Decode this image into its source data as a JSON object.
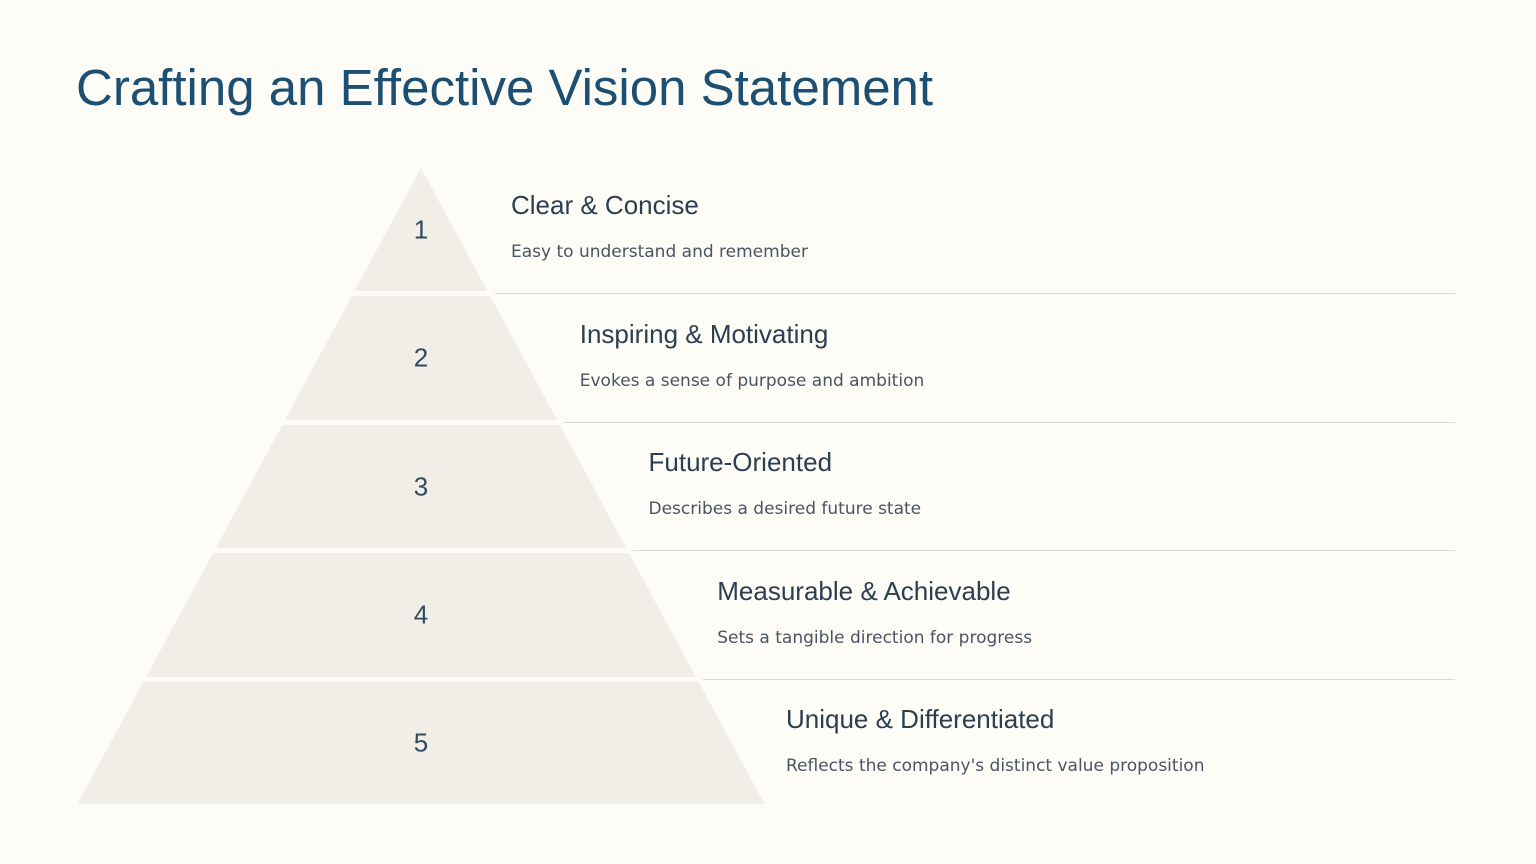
{
  "title": "Crafting an Effective Vision Statement",
  "colors": {
    "background": "#fdfcf6",
    "tier_fill": "#f0eee6",
    "title": "#1c4f72"
  },
  "tiers": [
    {
      "number": "1",
      "heading": "Clear & Concise",
      "description": "Easy to understand and remember"
    },
    {
      "number": "2",
      "heading": "Inspiring & Motivating",
      "description": "Evokes a sense of purpose and ambition"
    },
    {
      "number": "3",
      "heading": "Future-Oriented",
      "description": "Describes a desired future state"
    },
    {
      "number": "4",
      "heading": "Measurable & Achievable",
      "description": "Sets a tangible direction for progress"
    },
    {
      "number": "5",
      "heading": "Unique & Differentiated",
      "description": "Reflects the company's distinct value proposition"
    }
  ]
}
